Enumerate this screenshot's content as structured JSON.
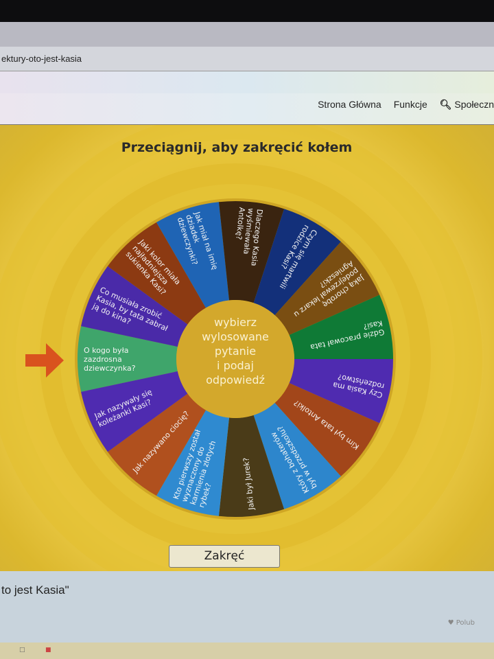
{
  "browser": {
    "url": "ektury-oto-jest-kasia"
  },
  "nav": {
    "links": [
      "Strona Główna",
      "Funkcje",
      "Społeczn"
    ]
  },
  "wheel": {
    "title": "Przeciągnij, aby zakręcić kołem",
    "center_text": [
      "wybierz",
      "wylosowane",
      "pytanie",
      "i podaj",
      "odpowiedź"
    ],
    "spin_label": "Zakręć",
    "segments": [
      {
        "text": "O kogo była zazdrosna dziewczynka?",
        "color": "#3fa56b"
      },
      {
        "text": "Co musiała zrobić Kasia, by tata zabrał ją do kina?",
        "color": "#4a2aa8"
      },
      {
        "text": "Jaki kolor miała najładniejsza sukienka Kasi?",
        "color": "#8c3a12"
      },
      {
        "text": "Jak miał na imię dziadek dziewczynki?",
        "color": "#1f64b4"
      },
      {
        "text": "Dlaczego Kasia wyśmiewała Antolkę?",
        "color": "#3a2410"
      },
      {
        "text": "Czym się martwili rodzice Kasi?",
        "color": "#13307a"
      },
      {
        "text": "Jaką chorobę podejrzewał lekarz u Agnieszki?",
        "color": "#7a4e12"
      },
      {
        "text": "Gdzie pracował tata Kasi?",
        "color": "#0f7a36"
      },
      {
        "text": "Czy Kasia ma rodzeństwo?",
        "color": "#4f2bb0"
      },
      {
        "text": "Kim był tata Antolki?",
        "color": "#a2461a"
      },
      {
        "text": "Który z bohaterów był w przedszkolu?",
        "color": "#2d86cc"
      },
      {
        "text": "Jaki był Jurek?",
        "color": "#4a3b18"
      },
      {
        "text": "Kto pierwszy został wyznaczony do karmienia złotych rybek?",
        "color": "#2f8ad0"
      },
      {
        "text": "Jak nazywano ciocię?",
        "color": "#b0501e"
      },
      {
        "text": "Jak nazywały się koleżanki Kasi?",
        "color": "#4f2bb0"
      }
    ]
  },
  "lower": {
    "title": "to jest Kasia\"",
    "like": "Polub"
  }
}
